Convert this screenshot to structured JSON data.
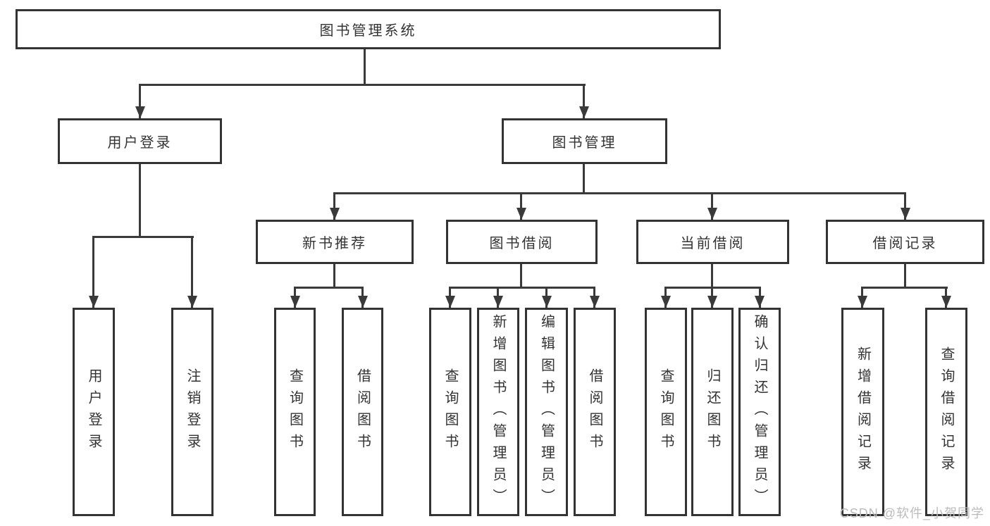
{
  "tree": {
    "root_label": "图书管理系统",
    "user_login": {
      "label": "用户登录",
      "children": [
        "用户登录",
        "注销登录"
      ]
    },
    "book_mgmt": {
      "label": "图书管理",
      "sections": [
        {
          "label": "新书推荐",
          "children": [
            "查询图书",
            "借阅图书"
          ]
        },
        {
          "label": "图书借阅",
          "children": [
            "查询图书",
            "新增图书（管理员）",
            "编辑图书（管理员）",
            "借阅图书"
          ]
        },
        {
          "label": "当前借阅",
          "children": [
            "查询图书",
            "归还图书",
            "确认归还（管理员）"
          ]
        },
        {
          "label": "借阅记录",
          "children": [
            "新增借阅记录",
            "查询借阅记录"
          ]
        }
      ]
    }
  },
  "watermark": "CSDN @软件_小贺同学",
  "colors": {
    "line": "#3a3a3a",
    "box_border": "#333333",
    "text": "#333333",
    "watermark": "#bcbcbc",
    "background": "#ffffff"
  }
}
